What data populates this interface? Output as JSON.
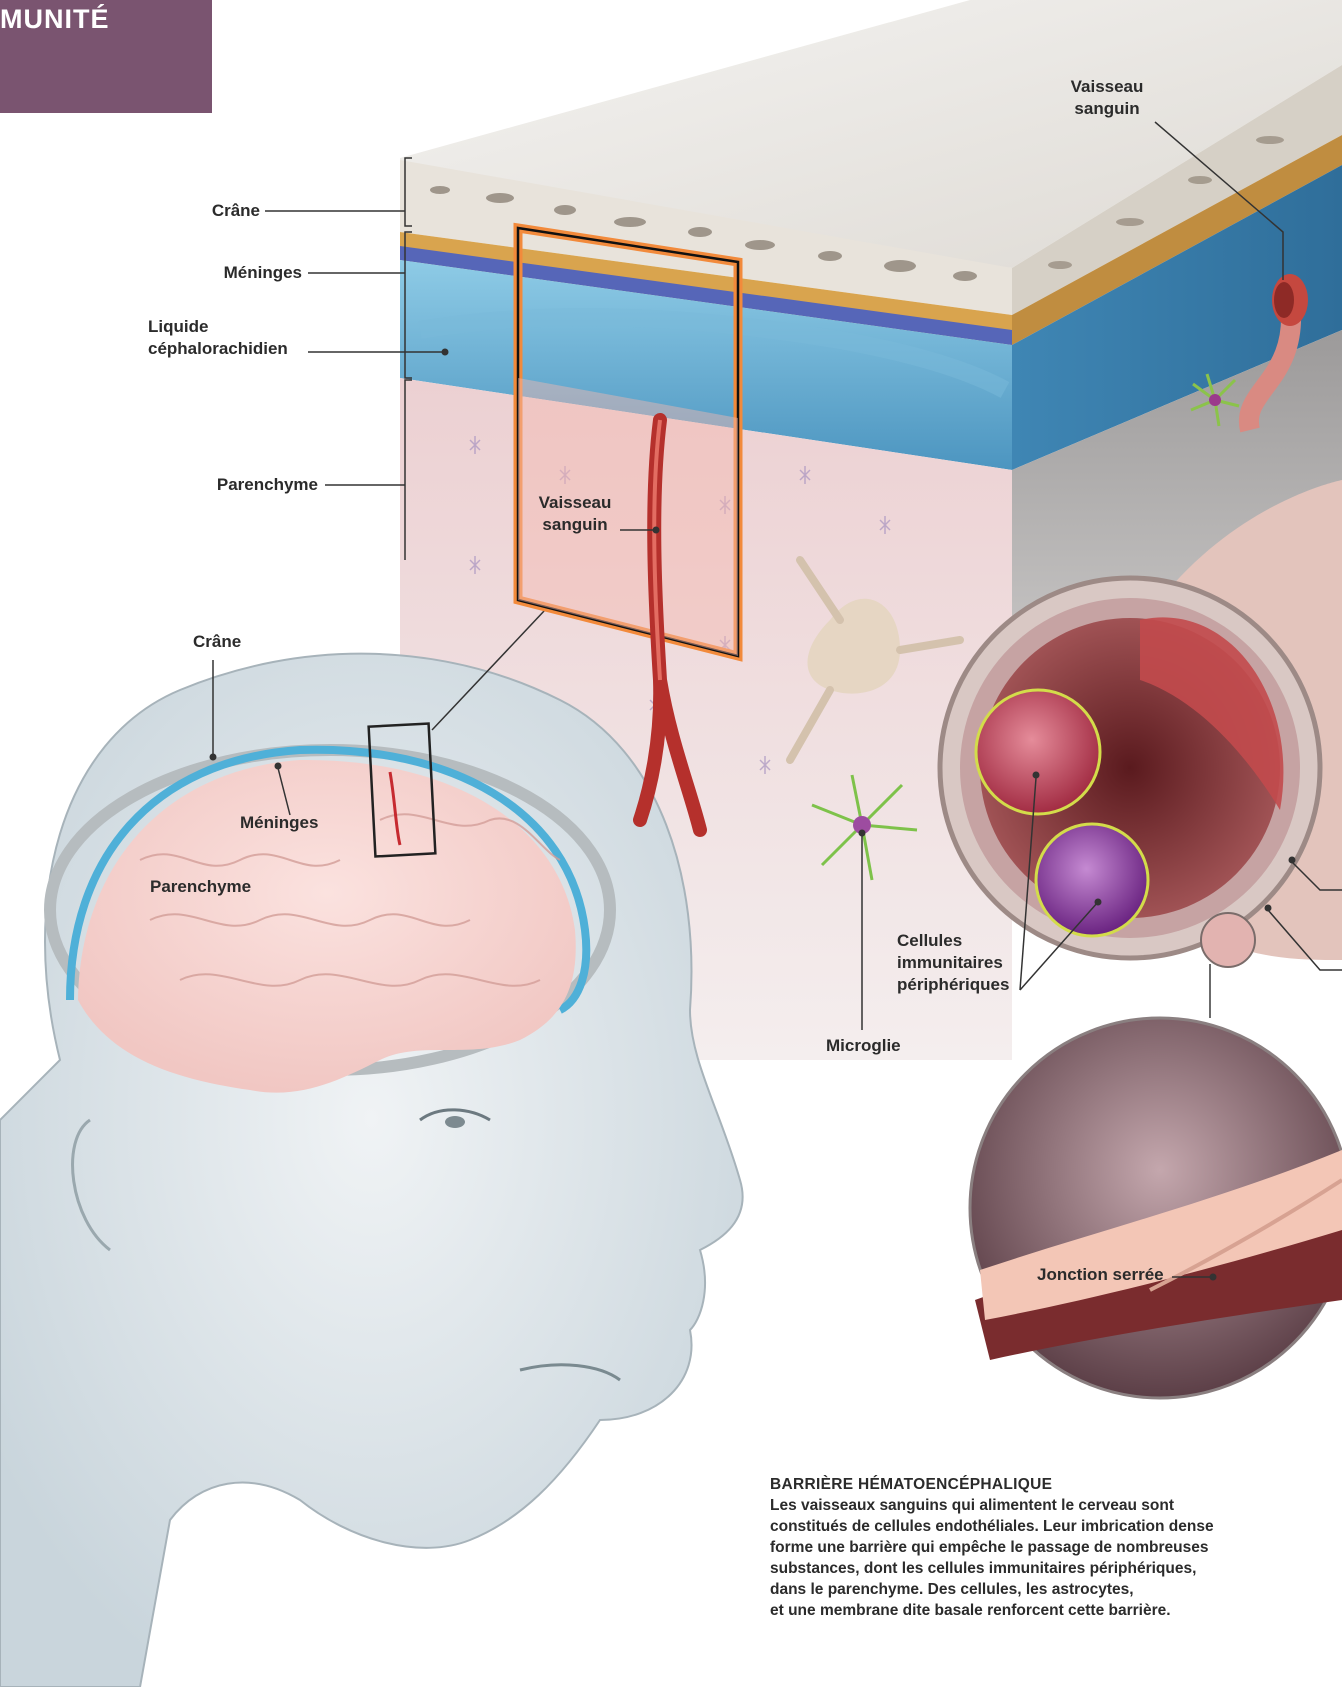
{
  "section_tag": "MUNITÉ",
  "labels": {
    "crane_top": "Crâne",
    "meninges_top": "Méninges",
    "lcr": "Liquide\ncéphalorachidien",
    "parenchyme_top": "Parenchyme",
    "vaisseau_inset": "Vaisseau\nsanguin",
    "vaisseau_right": "Vaisseau\nsanguin",
    "crane_head": "Crâne",
    "meninges_head": "Méninges",
    "parenchyme_head": "Parenchyme",
    "cellules": "Cellules\nimmunitaires\npériphériques",
    "microglie": "Microglie",
    "jonction": "Jonction serrée"
  },
  "caption": {
    "title": "BARRIÈRE HÉMATOENCÉPHALIQUE",
    "body": "Les vaisseaux sanguins qui alimentent le cerveau sont\nconstitués de cellules endothéliales. Leur imbrication dense\nforme une barrière qui empêche le passage de nombreuses\nsubstances, dont les cellules immunitaires périphériques,\ndans le parenchyme. Des cellules, les astrocytes,\net une membrane dite basale renforcent cette barrière."
  },
  "colors": {
    "tag": "#7a5470",
    "skull": "#e4e1dc",
    "csf": "#5ea9cf",
    "parenchyma": "#f1d6d6",
    "vessel": "#b23a33",
    "highlight": "#f28a3b",
    "immune_cell_1": "#c2455a",
    "immune_cell_2": "#8a3a9a"
  }
}
